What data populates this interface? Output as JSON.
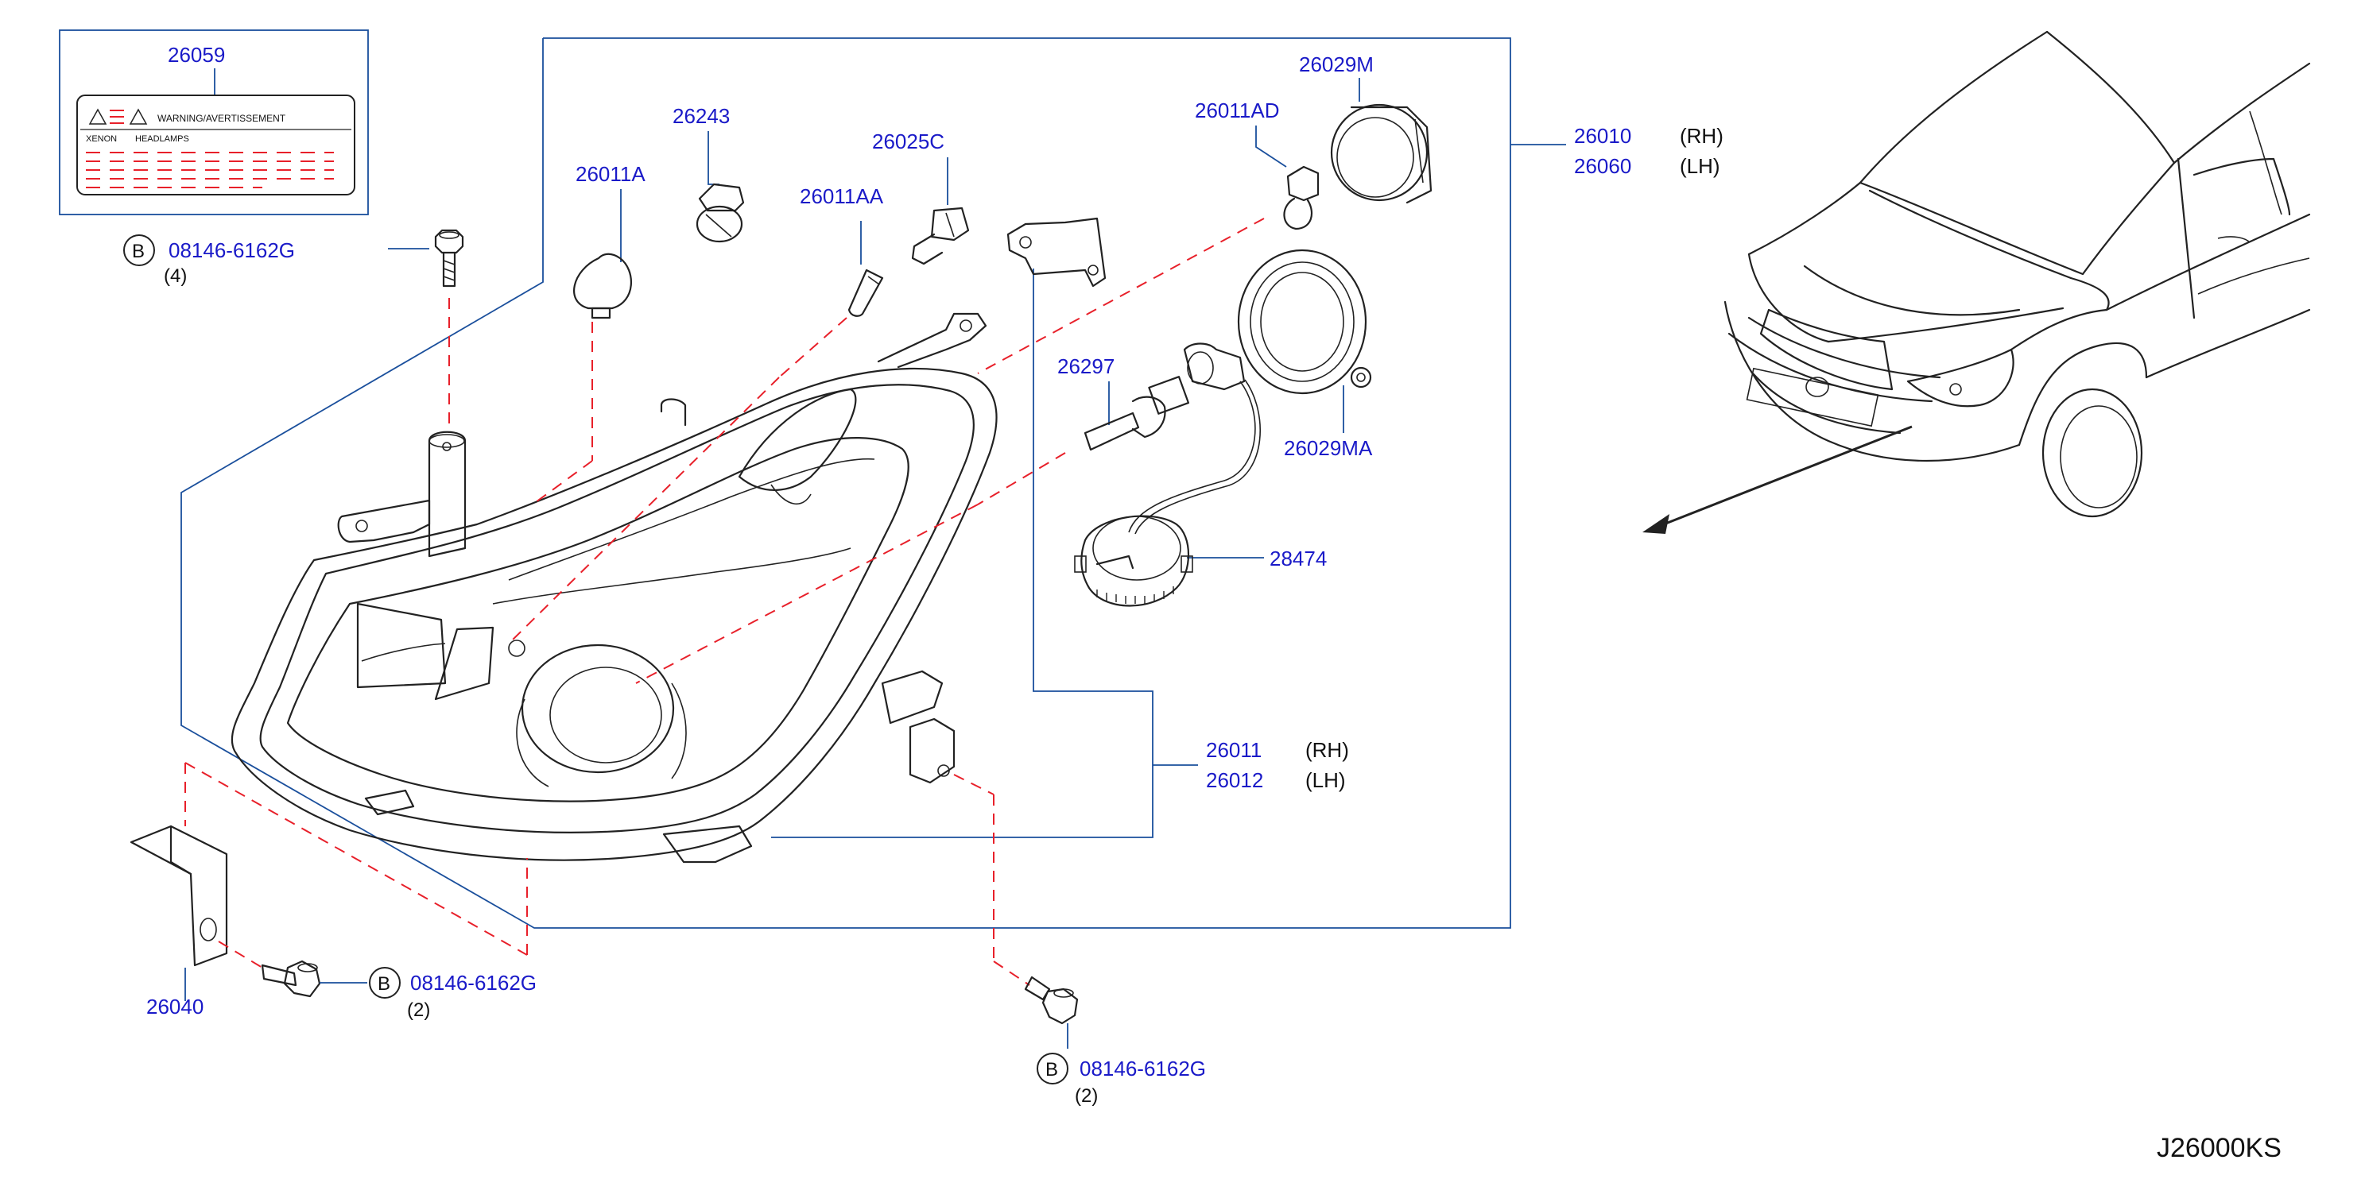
{
  "labels": {
    "p26059": "26059",
    "p26243": "26243",
    "p26011A": "26011A",
    "p26025C": "26025C",
    "p26011AA": "26011AA",
    "p26011AD": "26011AD",
    "p26029M": "26029M",
    "p26297": "26297",
    "p26029MA": "26029MA",
    "p28474": "28474",
    "p26010": "26010",
    "p26060": "26060",
    "p26011": "26011",
    "p26012": "26012",
    "p26040": "26040",
    "rh": "(RH)",
    "lh": "(LH)"
  },
  "bolts": {
    "marker": "B",
    "part": "08146-6162G",
    "qty_top": "(4)",
    "qty_bracket": "(2)",
    "qty_bottom": "(2)"
  },
  "warning_label": {
    "title": "WARNING/AVERTISSEMENT",
    "left_word": "XENON",
    "right_word": "HEADLAMPS"
  },
  "diagram_code": "J26000KS",
  "colors": {
    "part_number": "#1a1ac8",
    "leader_line": "#1a4f9c",
    "dashed_line": "#e8202a",
    "drawing": "#222222"
  }
}
